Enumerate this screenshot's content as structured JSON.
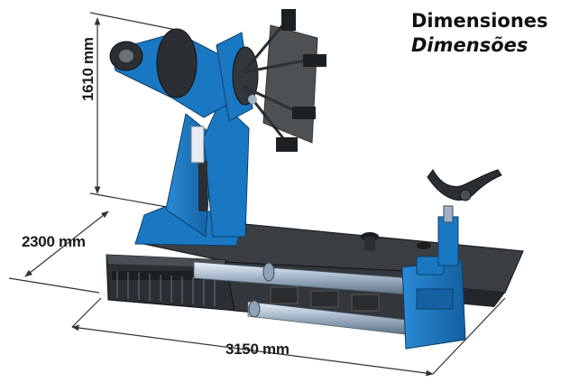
{
  "heading": {
    "title_es": "Dimensiones",
    "title_pt": "Dimensões"
  },
  "dimensions": {
    "height": "1610 mm",
    "depth": "2300 mm",
    "width": "3150 mm"
  },
  "colors": {
    "machine_blue": "#1a78c2",
    "machine_dark": "#2b2f33",
    "chrome": "#c9d3de",
    "dimension_line": "#333333"
  }
}
